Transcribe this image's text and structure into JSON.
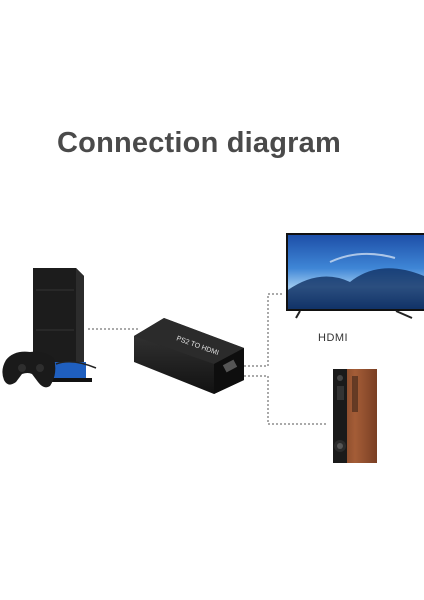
{
  "title": "Connection diagram",
  "devices": {
    "console": {
      "name": "PS2 console"
    },
    "adapter": {
      "print": "PS2 TO HDMI"
    },
    "tv": {
      "label": "HDMI"
    },
    "speaker": {
      "name": "Speaker"
    }
  },
  "colors": {
    "title": "#4a4a4a",
    "connector_line": "#555555",
    "console_body": "#1c1c1c",
    "adapter_body": "#202020",
    "tv_frame": "#111111",
    "speaker_wood": "#8b4a2b",
    "stand_accent": "#1f5fbf"
  }
}
